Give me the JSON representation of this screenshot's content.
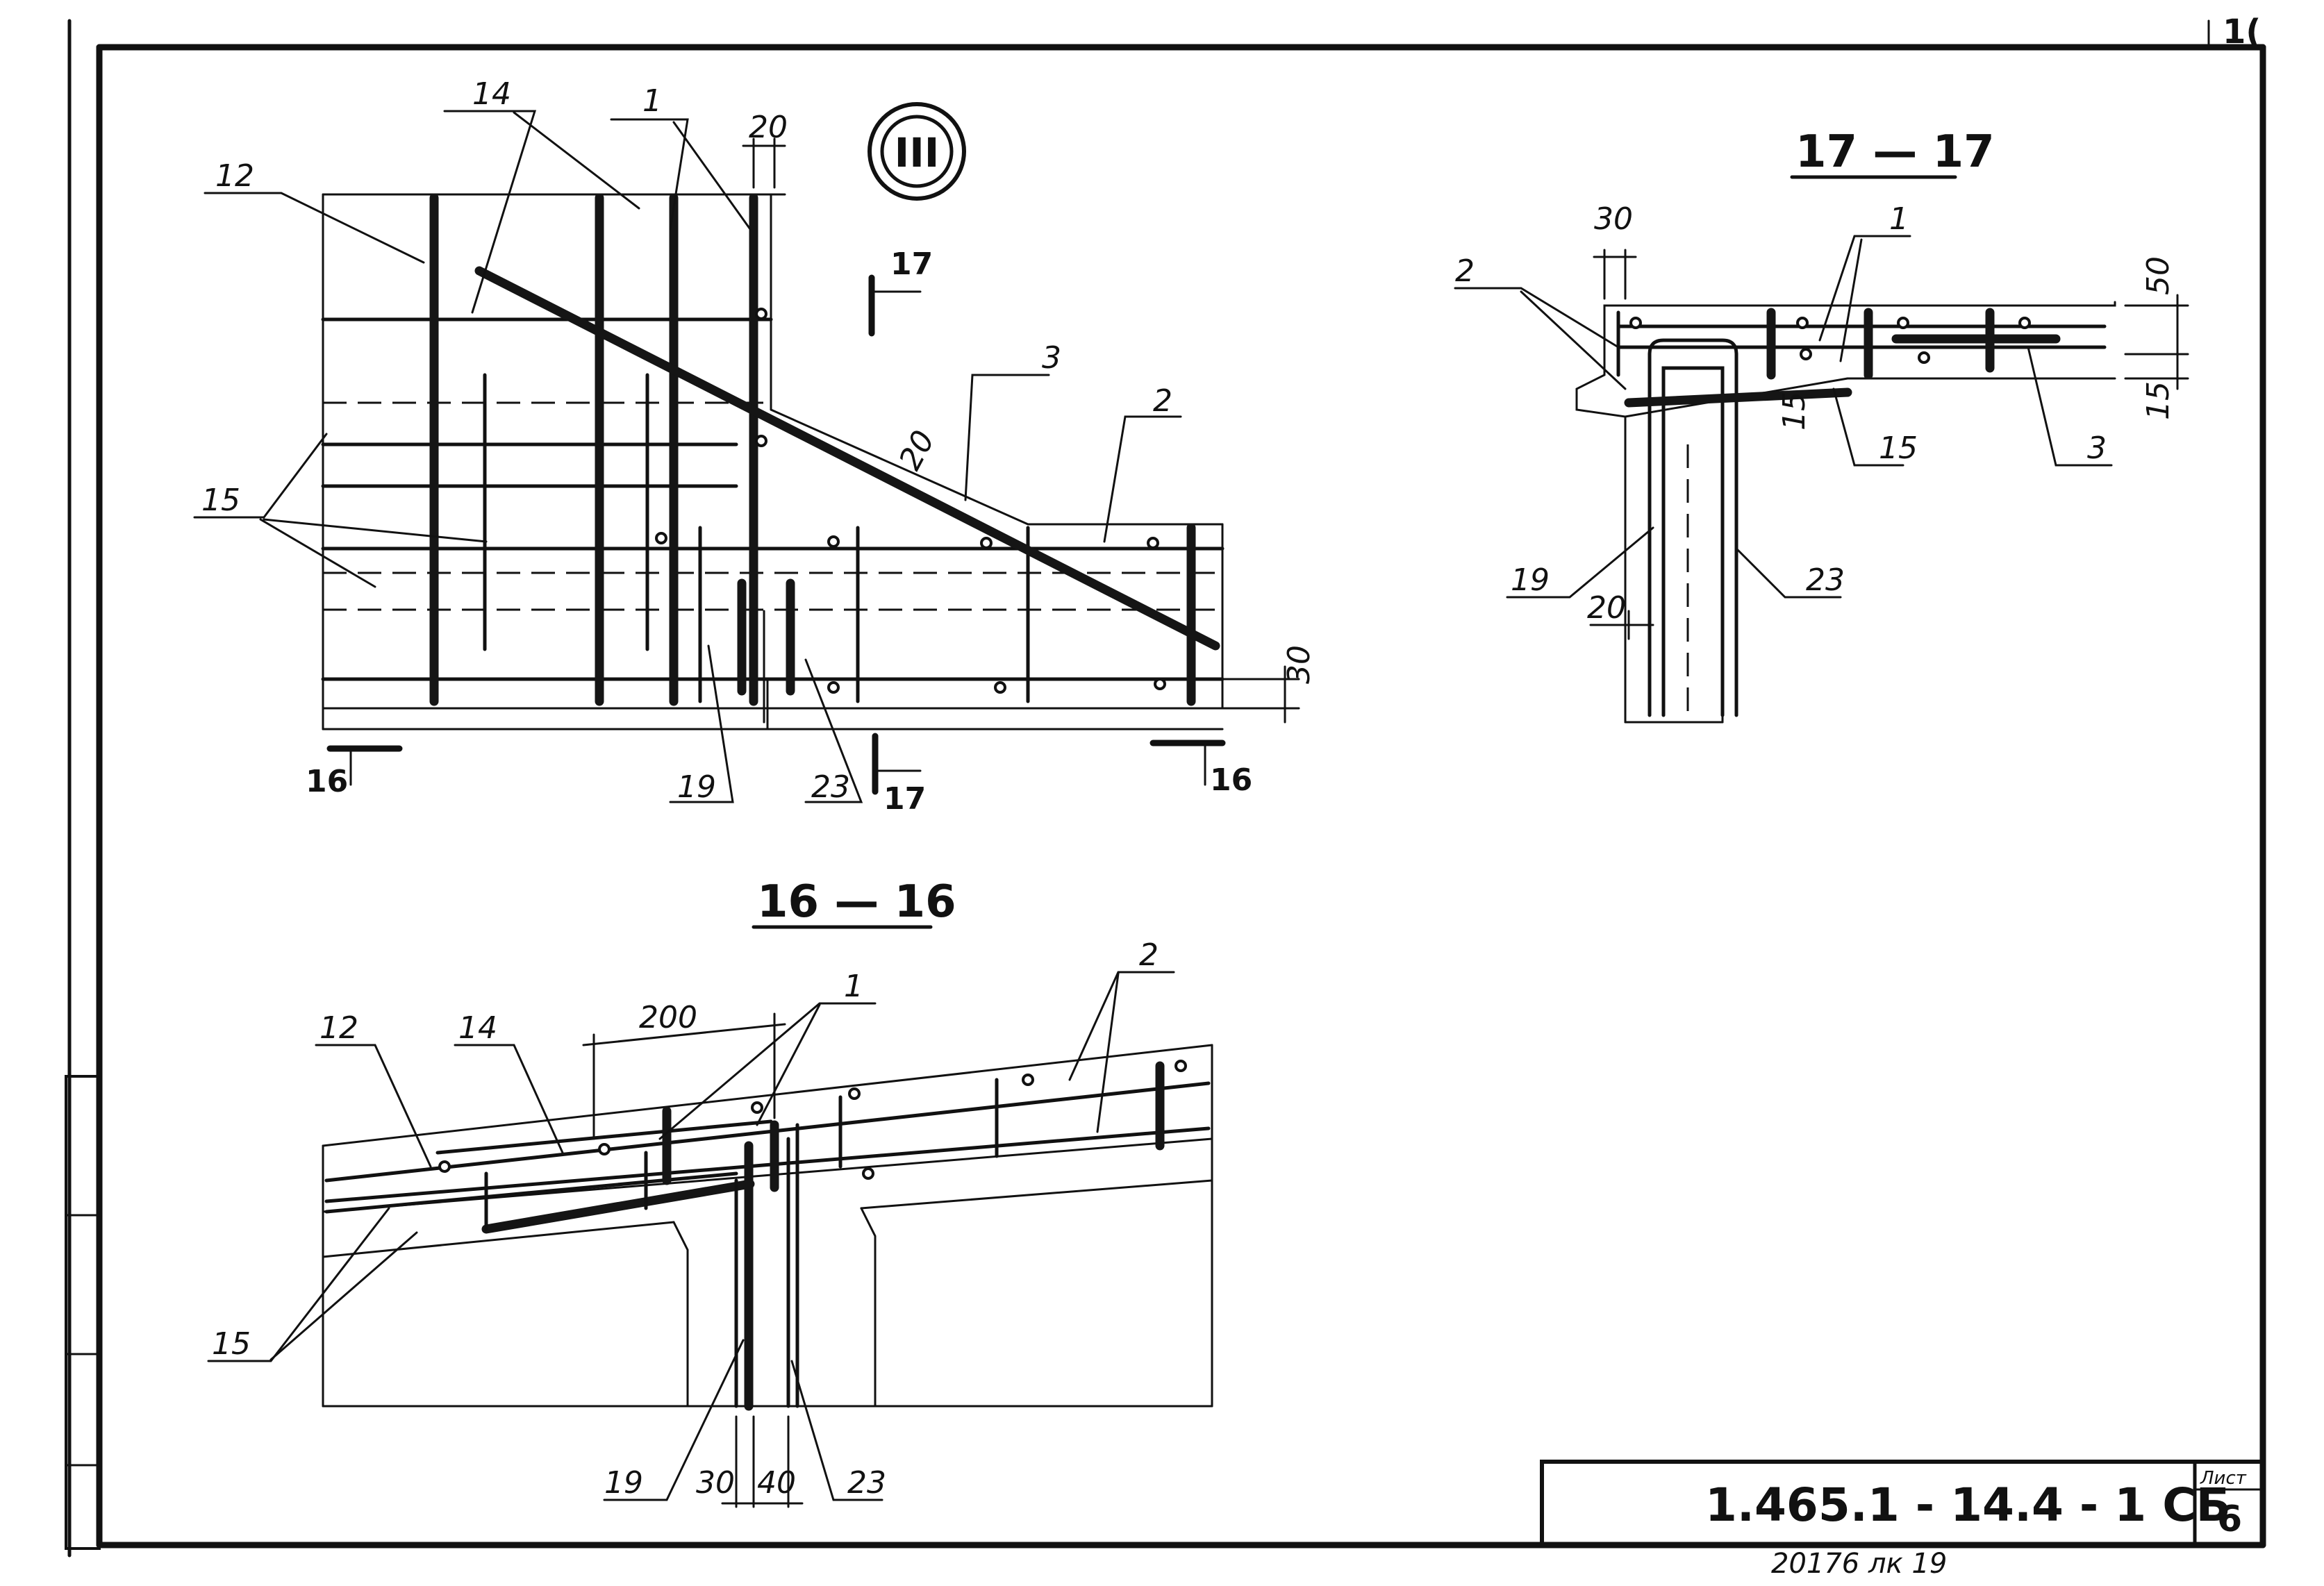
{
  "sheet_code": "1.465.1 - 14.4 - 1 СБ",
  "sheet_label": "Лист",
  "sheet_number": "6",
  "corner_mark": "1(",
  "bottom_note": "20176  лк  19",
  "node_mark": "III",
  "section_17_title": "17 — 17",
  "section_16_title": "16 — 16",
  "labels": {
    "l1": "1",
    "l2": "2",
    "l3": "3",
    "l12": "12",
    "l14": "14",
    "l15": "15",
    "l16": "16",
    "l17": "17",
    "l19": "19",
    "l23": "23"
  },
  "dims": {
    "d20": "20",
    "d30": "30",
    "d40": "40",
    "d50": "50",
    "d15": "15",
    "d200": "200"
  }
}
